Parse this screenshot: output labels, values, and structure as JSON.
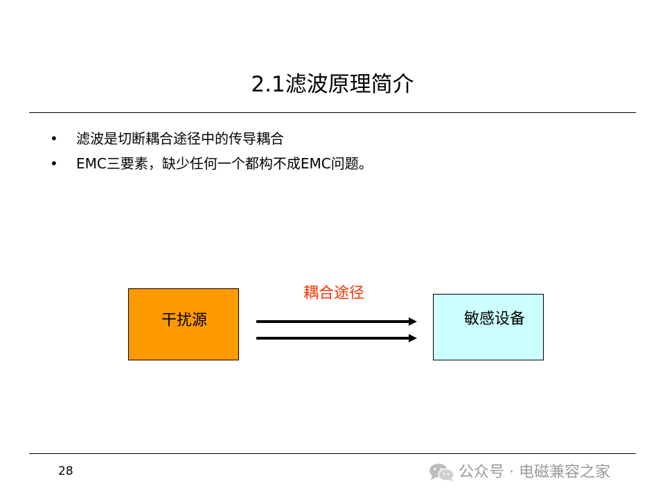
{
  "slide": {
    "title": "2.1滤波原理简介",
    "bullets": [
      {
        "marker": "•",
        "text": "滤波是切断耦合途径中的传导耦合"
      },
      {
        "marker": "•",
        "text": "EMC三要素，缺少任何一个都构不成EMC问题。"
      }
    ],
    "diagram": {
      "source_label": "干扰源",
      "path_label": "耦合途径",
      "target_label": "敏感设备",
      "colors": {
        "source_fill": "#FF9900",
        "target_fill": "#CCFFFF",
        "path_label": "#FF3300",
        "arrow": "#000000"
      }
    },
    "page_number": "28"
  },
  "watermark": {
    "icon": "wechat-icon",
    "text": "公众号 · 电磁兼容之家"
  }
}
